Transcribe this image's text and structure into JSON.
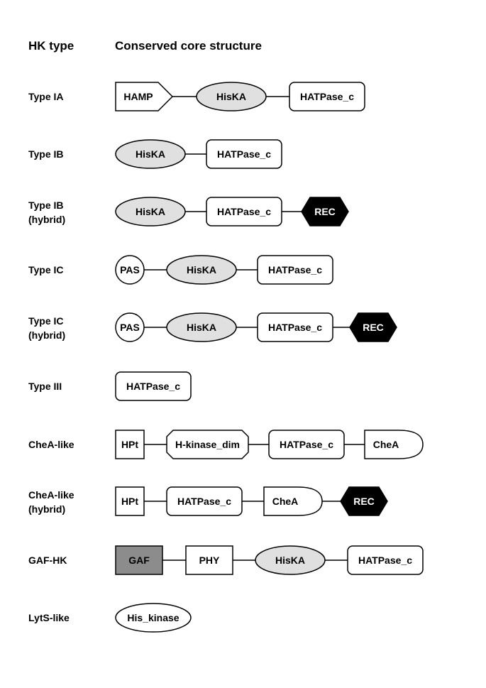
{
  "headers": {
    "hk_type": "HK type",
    "core_structure": "Conserved core structure"
  },
  "colors": {
    "line": "#000000",
    "white_fill": "#ffffff",
    "light_gray_fill": "#e0e0e0",
    "dark_gray_fill": "#8c8c8c",
    "black_fill": "#000000"
  },
  "rows": [
    {
      "label": [
        "Type IA"
      ],
      "domains": [
        {
          "name": "HAMP",
          "shape": "pentagon",
          "fill": "white"
        },
        {
          "name": "HisKA",
          "shape": "ellipse",
          "fill": "lightgray"
        },
        {
          "name": "HATPase_c",
          "shape": "roundrect",
          "fill": "white"
        }
      ]
    },
    {
      "label": [
        "Type IB"
      ],
      "domains": [
        {
          "name": "HisKA",
          "shape": "ellipse",
          "fill": "lightgray"
        },
        {
          "name": "HATPase_c",
          "shape": "roundrect",
          "fill": "white"
        }
      ]
    },
    {
      "label": [
        "Type IB",
        "(hybrid)"
      ],
      "domains": [
        {
          "name": "HisKA",
          "shape": "ellipse",
          "fill": "lightgray"
        },
        {
          "name": "HATPase_c",
          "shape": "roundrect",
          "fill": "white"
        },
        {
          "name": "REC",
          "shape": "hexagon",
          "fill": "black"
        }
      ]
    },
    {
      "label": [
        "Type IC"
      ],
      "domains": [
        {
          "name": "PAS",
          "shape": "circle",
          "fill": "white"
        },
        {
          "name": "HisKA",
          "shape": "ellipse",
          "fill": "lightgray"
        },
        {
          "name": "HATPase_c",
          "shape": "roundrect",
          "fill": "white"
        }
      ]
    },
    {
      "label": [
        "Type IC",
        "(hybrid)"
      ],
      "domains": [
        {
          "name": "PAS",
          "shape": "circle",
          "fill": "white"
        },
        {
          "name": "HisKA",
          "shape": "ellipse",
          "fill": "lightgray"
        },
        {
          "name": "HATPase_c",
          "shape": "roundrect",
          "fill": "white"
        },
        {
          "name": "REC",
          "shape": "hexagon",
          "fill": "black"
        }
      ]
    },
    {
      "label": [
        "Type III"
      ],
      "domains": [
        {
          "name": "HATPase_c",
          "shape": "roundrect",
          "fill": "white"
        }
      ]
    },
    {
      "label": [
        "CheA-like"
      ],
      "domains": [
        {
          "name": "HPt",
          "shape": "rect",
          "fill": "white"
        },
        {
          "name": "H-kinase_dim",
          "shape": "octagon",
          "fill": "white"
        },
        {
          "name": "HATPase_c",
          "shape": "roundrect",
          "fill": "white"
        },
        {
          "name": "CheA",
          "shape": "bullet",
          "fill": "white"
        }
      ]
    },
    {
      "label": [
        "CheA-like",
        "(hybrid)"
      ],
      "domains": [
        {
          "name": "HPt",
          "shape": "rect",
          "fill": "white"
        },
        {
          "name": "HATPase_c",
          "shape": "roundrect",
          "fill": "white"
        },
        {
          "name": "CheA",
          "shape": "bullet",
          "fill": "white"
        },
        {
          "name": "REC",
          "shape": "hexagon",
          "fill": "black"
        }
      ]
    },
    {
      "label": [
        "GAF-HK"
      ],
      "domains": [
        {
          "name": "GAF",
          "shape": "rect",
          "fill": "darkgray"
        },
        {
          "name": "PHY",
          "shape": "rect",
          "fill": "white"
        },
        {
          "name": "HisKA",
          "shape": "ellipse",
          "fill": "lightgray"
        },
        {
          "name": "HATPase_c",
          "shape": "roundrect",
          "fill": "white"
        }
      ]
    },
    {
      "label": [
        "LytS-like"
      ],
      "domains": [
        {
          "name": "His_kinase",
          "shape": "ellipse",
          "fill": "white"
        }
      ]
    }
  ]
}
